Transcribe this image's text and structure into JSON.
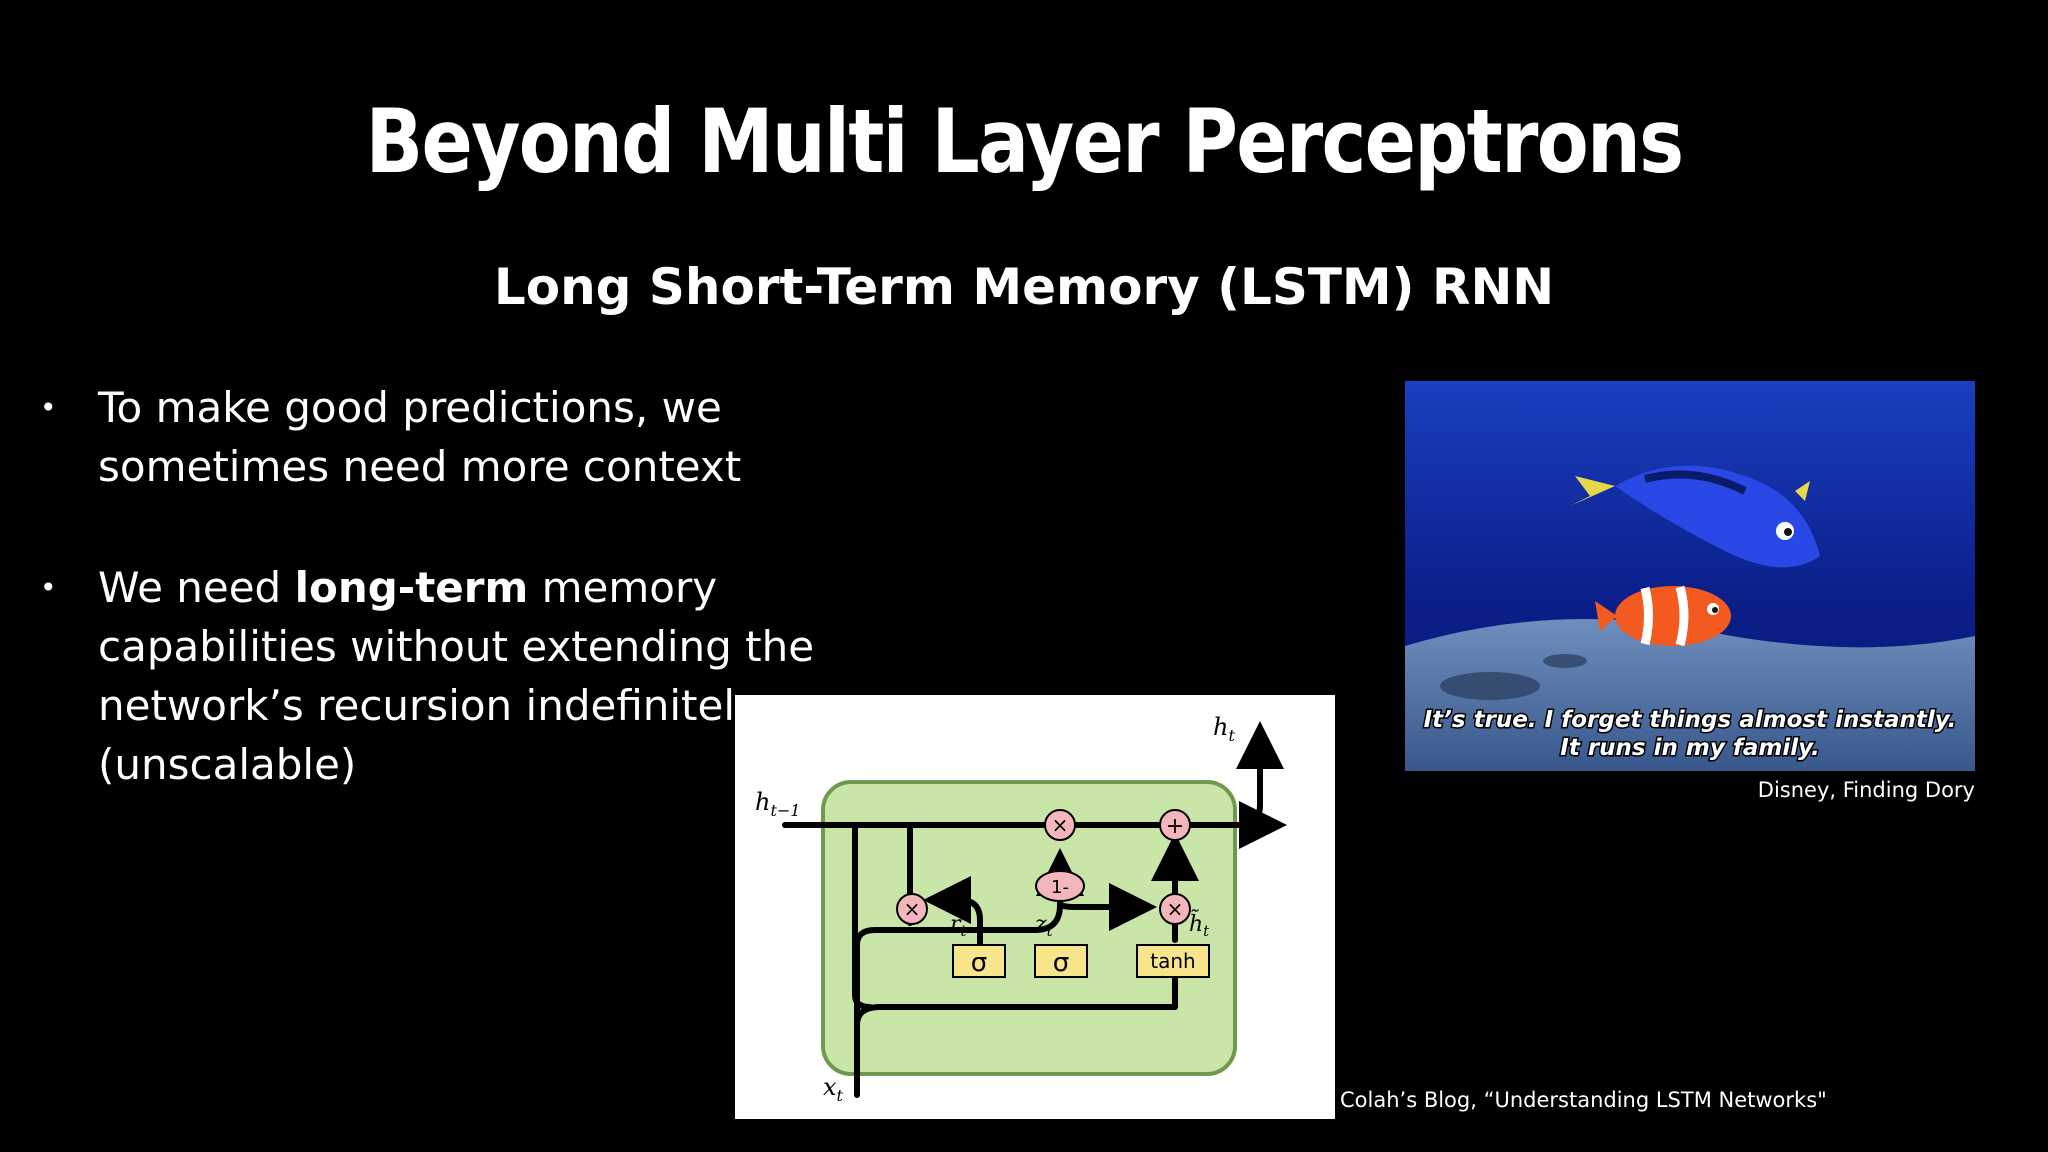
{
  "slide": {
    "title": "Beyond Multi Layer Perceptrons",
    "subtitle": "Long Short-Term Memory (LSTM) RNN",
    "bullets": [
      {
        "marker": "•",
        "text": "To make good predictions, we sometimes need more context"
      },
      {
        "marker": "•",
        "prefix": "We need ",
        "bold": "long-term",
        "suffix": " memory capabilities without extending the network’s recursion indefinitely (unscalable)"
      }
    ]
  },
  "dory_image": {
    "subtitle_line1": "It’s true. I forget things almost instantly.",
    "subtitle_line2": "It runs in my family.",
    "caption": "Disney, Finding Dory"
  },
  "lstm_diagram": {
    "label_h_prev": "h",
    "label_h_prev_sub": "t−1",
    "label_h_out": "h",
    "label_h_out_sub": "t",
    "label_x": "x",
    "label_x_sub": "t",
    "label_r": "r",
    "label_r_sub": "t",
    "label_z": "z",
    "label_z_sub": "t",
    "label_htilde": "h̃",
    "label_htilde_sub": "t",
    "sigma1": "σ",
    "sigma2": "σ",
    "tanh": "tanh",
    "mult": "×",
    "plus": "+",
    "one_minus": "1-",
    "caption": "Colah’s Blog, “Understanding LSTM Networks\""
  },
  "colors": {
    "background": "#000000",
    "text": "#ffffff",
    "cell_fill": "#c9e5a8",
    "cell_stroke": "#6f9a4e",
    "gate_fill": "#f7e58c",
    "op_fill": "#f4b6bd"
  }
}
